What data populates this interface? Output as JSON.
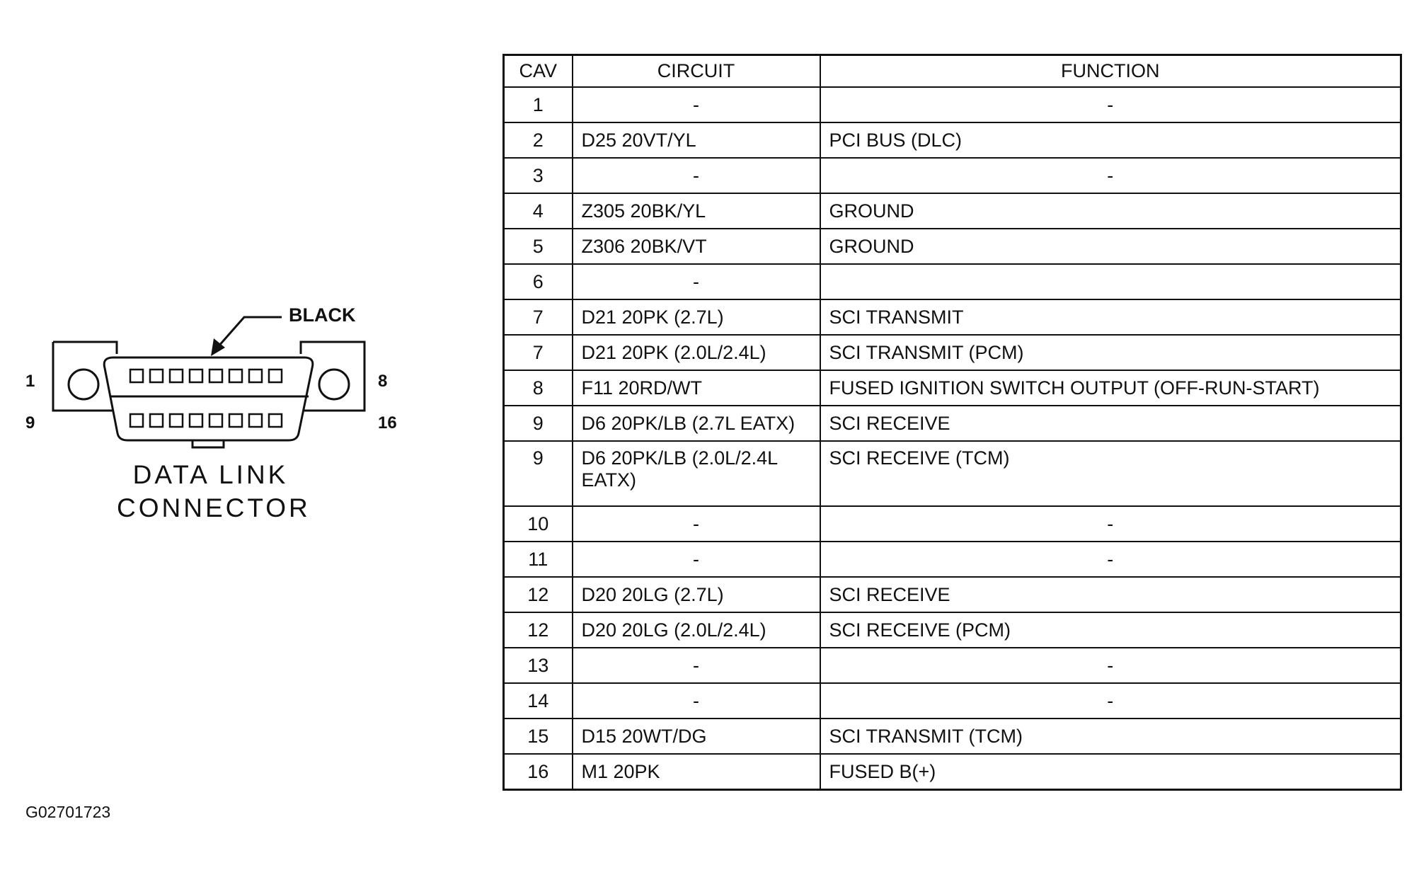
{
  "connector": {
    "color_label": "BLACK",
    "pin_labels": {
      "top_left": "1",
      "top_right": "8",
      "bottom_left": "9",
      "bottom_right": "16"
    },
    "name_line1": "DATA LINK",
    "name_line2": "CONNECTOR"
  },
  "table": {
    "headers": {
      "cav": "CAV",
      "circuit": "CIRCUIT",
      "function": "FUNCTION"
    },
    "rows": [
      {
        "cav": "1",
        "circuit": "-",
        "function": "-"
      },
      {
        "cav": "2",
        "circuit": "D25 20VT/YL",
        "function": "PCI BUS (DLC)"
      },
      {
        "cav": "3",
        "circuit": "-",
        "function": "-"
      },
      {
        "cav": "4",
        "circuit": "Z305 20BK/YL",
        "function": "GROUND"
      },
      {
        "cav": "5",
        "circuit": "Z306 20BK/VT",
        "function": "GROUND"
      },
      {
        "cav": "6",
        "circuit": "-",
        "function": ""
      },
      {
        "cav": "7",
        "circuit": "D21 20PK (2.7L)",
        "function": "SCI TRANSMIT"
      },
      {
        "cav": "7",
        "circuit": "D21 20PK (2.0L/2.4L)",
        "function": "SCI TRANSMIT (PCM)"
      },
      {
        "cav": "8",
        "circuit": "F11 20RD/WT",
        "function": "FUSED IGNITION SWITCH OUTPUT (OFF-RUN-START)"
      },
      {
        "cav": "9",
        "circuit": "D6 20PK/LB (2.7L EATX)",
        "function": "SCI RECEIVE"
      },
      {
        "cav": "9",
        "circuit": "D6 20PK/LB (2.0L/2.4L EATX)",
        "function": "SCI RECEIVE (TCM)"
      },
      {
        "cav": "10",
        "circuit": "-",
        "function": "-"
      },
      {
        "cav": "11",
        "circuit": "-",
        "function": "-"
      },
      {
        "cav": "12",
        "circuit": "D20 20LG (2.7L)",
        "function": "SCI RECEIVE"
      },
      {
        "cav": "12",
        "circuit": "D20 20LG (2.0L/2.4L)",
        "function": "SCI RECEIVE (PCM)"
      },
      {
        "cav": "13",
        "circuit": "-",
        "function": "-"
      },
      {
        "cav": "14",
        "circuit": "-",
        "function": "-"
      },
      {
        "cav": "15",
        "circuit": "D15 20WT/DG",
        "function": "SCI TRANSMIT (TCM)"
      },
      {
        "cav": "16",
        "circuit": "M1 20PK",
        "function": "FUSED B(+)"
      }
    ]
  },
  "figure_id": "G02701723"
}
